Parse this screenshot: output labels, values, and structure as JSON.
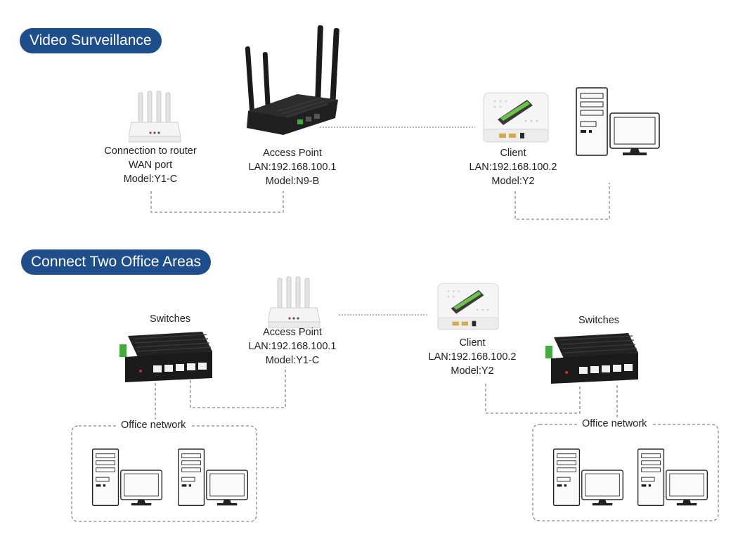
{
  "sections": {
    "video": {
      "title": "Video Surveillance"
    },
    "office": {
      "title": "Connect Two Office Areas"
    }
  },
  "video": {
    "router": {
      "lines": [
        "Connection to router",
        "WAN port",
        "Model:Y1-C"
      ]
    },
    "access_point": {
      "lines": [
        "Access Point",
        "LAN:192.168.100.1",
        "Model:N9-B"
      ]
    },
    "client": {
      "lines": [
        "Client",
        "LAN:192.168.100.2",
        "Model:Y2"
      ]
    }
  },
  "office": {
    "left_switch": {
      "label": "Switches"
    },
    "access_point": {
      "lines": [
        "Access Point",
        "LAN:192.168.100.1",
        "Model:Y1-C"
      ]
    },
    "client": {
      "lines": [
        "Client",
        "LAN:192.168.100.2",
        "Model:Y2"
      ]
    },
    "right_switch": {
      "label": "Switches"
    },
    "left_network": {
      "label": "Office network"
    },
    "right_network": {
      "label": "Office network"
    }
  },
  "colors": {
    "pill": "#1f4e8c",
    "wire": "#888888",
    "device_dark": "#1b1b1b",
    "device_light": "#f2f2f2",
    "accent_green": "#3fae3a"
  }
}
